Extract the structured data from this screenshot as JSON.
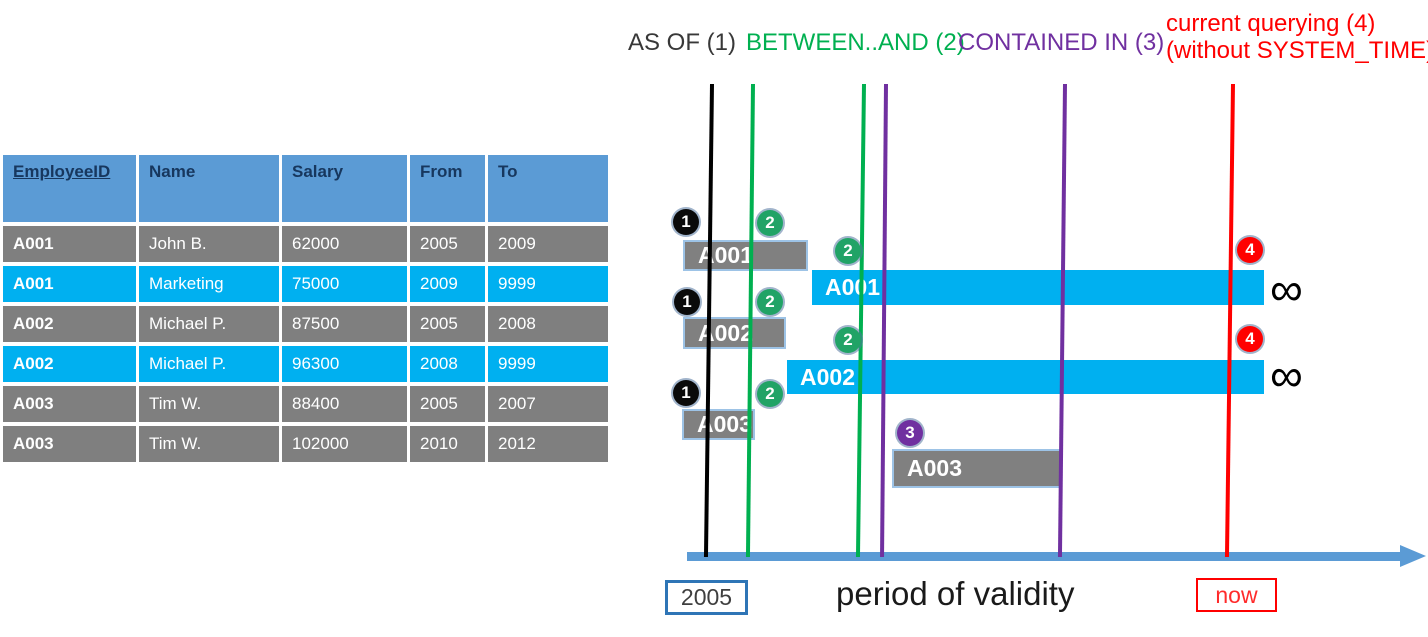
{
  "legend": {
    "items": [
      {
        "id": "as-of",
        "label": "AS OF (1)",
        "color": "#383838"
      },
      {
        "id": "between-and",
        "label": "BETWEEN..AND (2)",
        "color": "#00B050"
      },
      {
        "id": "contained-in",
        "label": "CONTAINED IN (3)",
        "color": "#7030A0"
      },
      {
        "id": "current-querying",
        "label": "current querying (4)",
        "label2": "(without SYSTEM_TIME)",
        "color": "#FF0000"
      }
    ]
  },
  "table": {
    "headers": [
      "EmployeeID",
      "Name",
      "Salary",
      "From",
      "To"
    ],
    "rows": [
      {
        "highlight": false,
        "cells": [
          "A001",
          "John  B.",
          "62000",
          "2005",
          "2009"
        ]
      },
      {
        "highlight": true,
        "cells": [
          "A001",
          "Marketing",
          "75000",
          "2009",
          "9999"
        ]
      },
      {
        "highlight": false,
        "cells": [
          "A002",
          "Michael P.",
          "87500",
          "2005",
          "2008"
        ]
      },
      {
        "highlight": true,
        "cells": [
          "A002",
          "Michael P.",
          "96300",
          "2008",
          "9999"
        ]
      },
      {
        "highlight": false,
        "cells": [
          "A003",
          "Tim W.",
          "88400",
          "2005",
          "2007"
        ]
      },
      {
        "highlight": false,
        "cells": [
          "A003",
          "Tim W.",
          "102000",
          "2010",
          "2012"
        ]
      }
    ]
  },
  "diagram": {
    "query_lines": [
      {
        "name": "as-of-line",
        "query": "AS OF (1)",
        "color": "#000000"
      },
      {
        "name": "between-start-line",
        "query": "BETWEEN..AND (2)",
        "color": "#00B050"
      },
      {
        "name": "between-end-line",
        "query": "BETWEEN..AND (2)",
        "color": "#00B050"
      },
      {
        "name": "contained-start-line",
        "query": "CONTAINED IN (3)",
        "color": "#7030A0"
      },
      {
        "name": "contained-end-line",
        "query": "CONTAINED IN (3)",
        "color": "#7030A0"
      },
      {
        "name": "now-line",
        "query": "current querying (4)",
        "color": "#FF0000"
      }
    ],
    "bars": [
      {
        "label": "A001",
        "variant": "gray",
        "open_ended": false
      },
      {
        "label": "A001",
        "variant": "cyan",
        "open_ended": true
      },
      {
        "label": "A002",
        "variant": "gray",
        "open_ended": false
      },
      {
        "label": "A002",
        "variant": "cyan",
        "open_ended": true
      },
      {
        "label": "A003",
        "variant": "gray",
        "open_ended": false
      },
      {
        "label": "A003",
        "variant": "gray",
        "open_ended": false
      }
    ],
    "badges": [
      {
        "number": "1",
        "color": "#0a0a0a"
      },
      {
        "number": "2",
        "color": "#21A366"
      },
      {
        "number": "2",
        "color": "#21A366"
      },
      {
        "number": "4",
        "color": "#FF0000"
      },
      {
        "number": "1",
        "color": "#0a0a0a"
      },
      {
        "number": "2",
        "color": "#21A366"
      },
      {
        "number": "2",
        "color": "#21A366"
      },
      {
        "number": "4",
        "color": "#FF0000"
      },
      {
        "number": "1",
        "color": "#0a0a0a"
      },
      {
        "number": "2",
        "color": "#21A366"
      },
      {
        "number": "3",
        "color": "#7030A0"
      }
    ],
    "infinity_symbol": "∞",
    "axis": {
      "start_label": "2005",
      "title": "period of validity",
      "now_label": "now",
      "color": "#5B9BD5",
      "start_box_border": "#2E75B6",
      "now_box_border": "#FF0000"
    }
  },
  "colors": {
    "table_header": "#5B9BD5",
    "table_header_text": "#17375E",
    "row_gray": "#7F7F7F",
    "row_cyan": "#00B0F0",
    "bar_gray": "#808080",
    "bar_cyan": "#00B0F0",
    "bar_border": "#9DC3E6",
    "axis": "#5B9BD5"
  }
}
